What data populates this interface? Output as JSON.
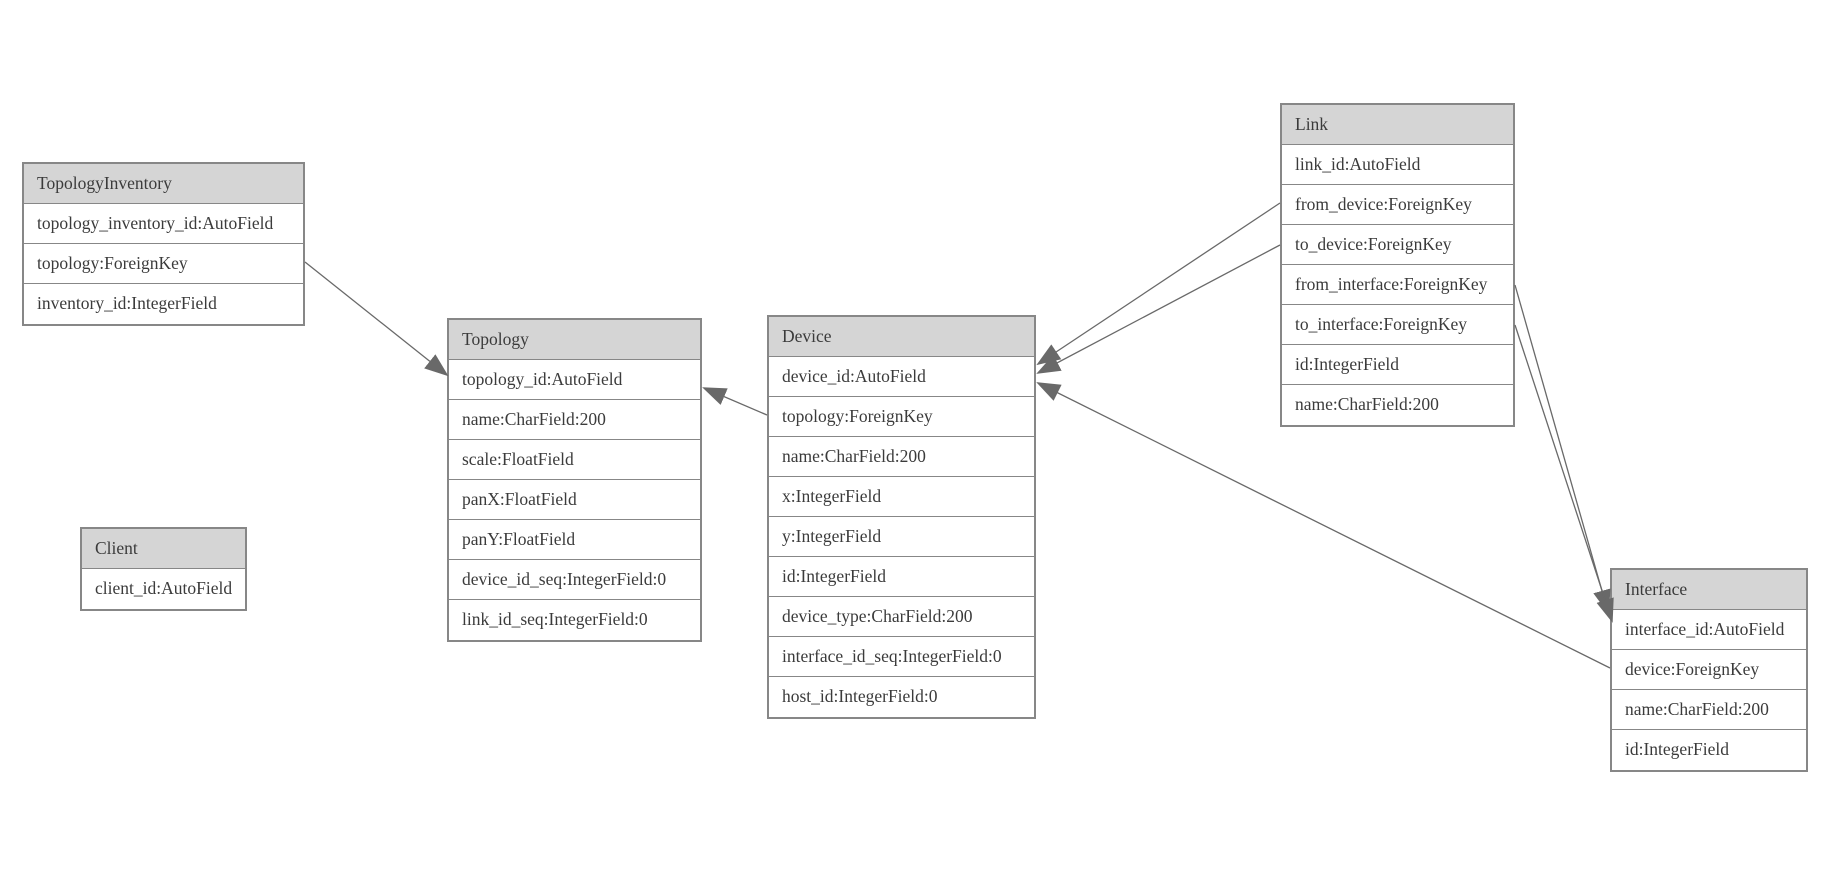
{
  "diagram_type": "database-model-diagram",
  "colors": {
    "header_fill": "#d5d5d5",
    "row_fill": "#ffffff",
    "border": "#878787",
    "connector": "#696969",
    "text": "#3b3b3b",
    "background": "#ffffff"
  },
  "entities": [
    {
      "name": "TopologyInventory",
      "fields": [
        "topology_inventory_id:AutoField",
        "topology:ForeignKey",
        "inventory_id:IntegerField"
      ]
    },
    {
      "name": "Topology",
      "fields": [
        "topology_id:AutoField",
        "name:CharField:200",
        "scale:FloatField",
        "panX:FloatField",
        "panY:FloatField",
        "device_id_seq:IntegerField:0",
        "link_id_seq:IntegerField:0"
      ]
    },
    {
      "name": "Client",
      "fields": [
        "client_id:AutoField"
      ]
    },
    {
      "name": "Device",
      "fields": [
        "device_id:AutoField",
        "topology:ForeignKey",
        "name:CharField:200",
        "x:IntegerField",
        "y:IntegerField",
        "id:IntegerField",
        "device_type:CharField:200",
        "interface_id_seq:IntegerField:0",
        "host_id:IntegerField:0"
      ]
    },
    {
      "name": "Link",
      "fields": [
        "link_id:AutoField",
        "from_device:ForeignKey",
        "to_device:ForeignKey",
        "from_interface:ForeignKey",
        "to_interface:ForeignKey",
        "id:IntegerField",
        "name:CharField:200"
      ]
    },
    {
      "name": "Interface",
      "fields": [
        "interface_id:AutoField",
        "device:ForeignKey",
        "name:CharField:200",
        "id:IntegerField"
      ]
    }
  ],
  "relationships": [
    {
      "from": "TopologyInventory.topology",
      "to": "Topology"
    },
    {
      "from": "Device.topology",
      "to": "Topology"
    },
    {
      "from": "Link.from_device",
      "to": "Device"
    },
    {
      "from": "Link.to_device",
      "to": "Device"
    },
    {
      "from": "Interface.device",
      "to": "Device"
    },
    {
      "from": "Link.from_interface",
      "to": "Interface"
    },
    {
      "from": "Link.to_interface",
      "to": "Interface"
    }
  ]
}
